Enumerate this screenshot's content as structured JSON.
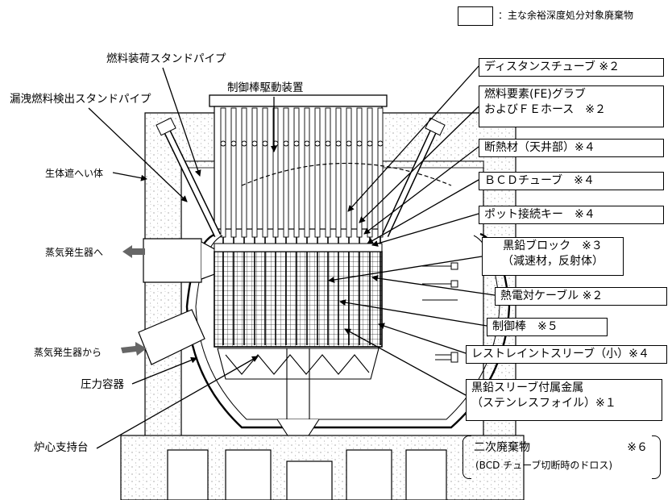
{
  "legend": {
    "text": "：主な余裕深度処分対象廃棄物"
  },
  "left_labels": {
    "fuel_standpipe": "燃料装荷スタンドパイプ",
    "cr_drive": "制御棒駆動装置",
    "leak_standpipe": "漏洩燃料検出スタンドパイプ",
    "bio_shield": "生体遮へい体",
    "to_sg": "蒸気発生器へ",
    "from_sg": "蒸気発生器から",
    "pressure_vessel": "圧力容器",
    "core_support": "炉心支持台"
  },
  "boxes": {
    "distance_tube": "ディスタンスチューブ ※２",
    "fe_grab_1": "燃料要素(FE)グラブ",
    "fe_grab_2": "およびＦＥホース　※２",
    "insulation": "断熱材（天井部）※４",
    "bcd_tube": "ＢＣＤチューブ　※４",
    "pot_key": "ポット接続キー　※４",
    "graphite_1": "黒鉛ブロック　※３",
    "graphite_2": "（減速材，反射体）",
    "thermocouple": "熱電対ケーブル ※２",
    "control_rod": "制御棒　※５",
    "restraint": "レストレイントスリーブ（小）※４",
    "metal_1": "黒鉛スリーブ付属金属",
    "metal_2": "（ステンレスフォイル）※１"
  },
  "secondary": {
    "title": "二次廃棄物",
    "note": "※６",
    "detail": "(BCD チューブ切断時のドロス)"
  }
}
